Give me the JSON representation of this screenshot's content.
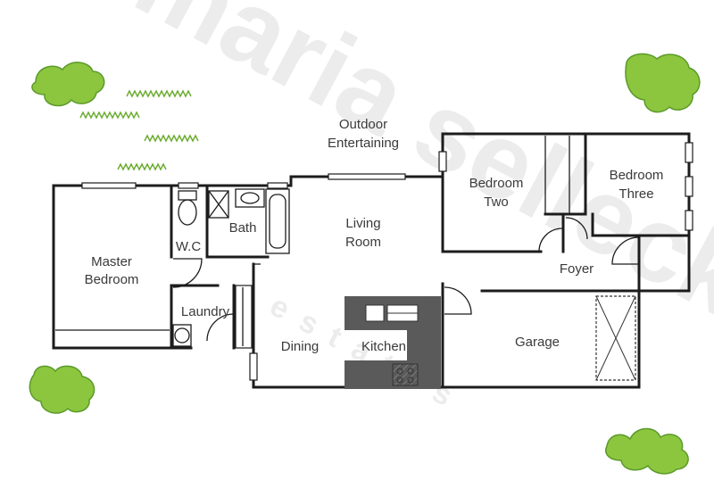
{
  "plan": {
    "rooms": {
      "outdoor": [
        "Outdoor",
        "Entertaining"
      ],
      "bedroom_two": [
        "Bedroom",
        "Two"
      ],
      "bedroom_three": [
        "Bedroom",
        "Three"
      ],
      "bath": "Bath",
      "wc": "W.C",
      "master": [
        "Master",
        "Bedroom"
      ],
      "living": [
        "Living",
        "Room"
      ],
      "foyer": "Foyer",
      "laundry": "Laundry",
      "dining": "Dining",
      "kitchen": "Kitchen",
      "garage": "Garage"
    }
  },
  "watermark": {
    "main": "maria selleck",
    "sub": "estates"
  },
  "colors": {
    "wall": "#1c1c1c",
    "kitchen_bench": "#5a5a5a",
    "shrub": "#8cc63f",
    "shrub_dark": "#5b9a2a",
    "watermark_grey": "#e9e9e9",
    "watermark_blue": "#cfe8f2"
  }
}
